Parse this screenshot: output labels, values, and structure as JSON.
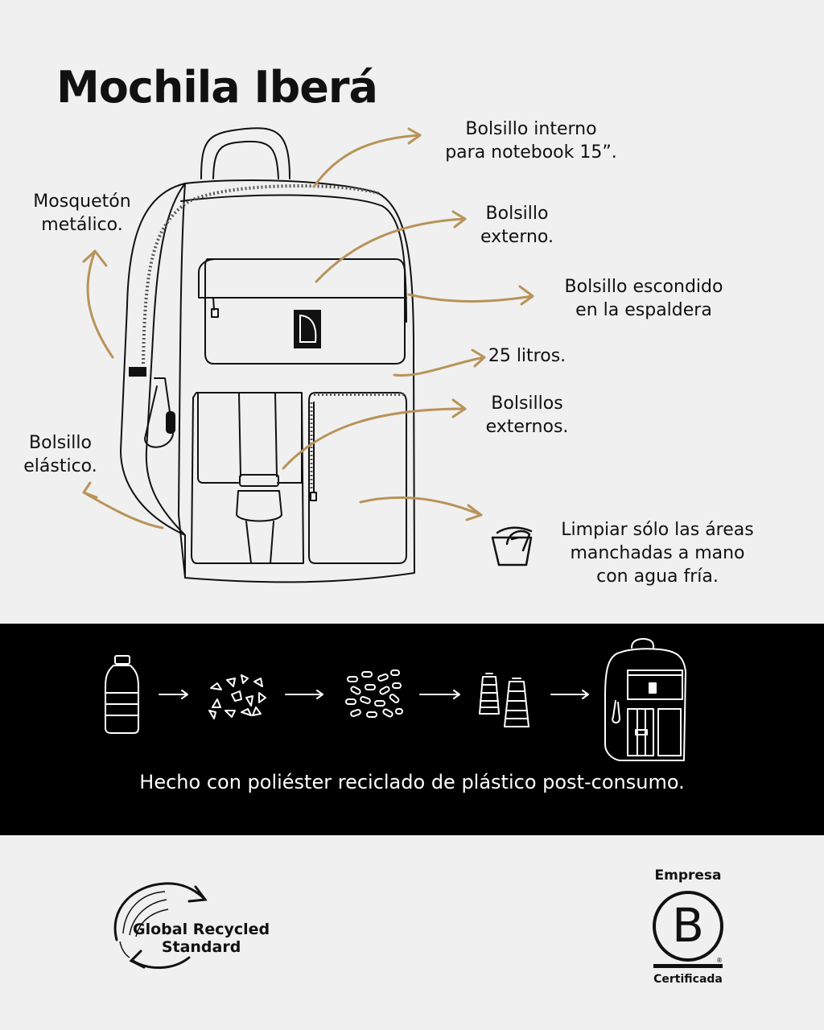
{
  "title": "Mochila Iberá",
  "features": {
    "notebook_pocket": "Bolsillo interno\npara notebook 15”.",
    "carabiner": "Mosquetón\nmetálico.",
    "external_pocket": "Bolsillo\nexterno.",
    "hidden_pocket": "Bolsillo escondido\nen la espaldera",
    "capacity": "25 litros.",
    "external_pockets": "Bolsillos\nexternos.",
    "elastic_pocket": "Bolsillo\nelástico.",
    "care": "Limpiar sólo las áreas\nmanchadas a mano\ncon agua fría."
  },
  "recycling": {
    "caption": "Hecho con poliéster reciclado de plástico post-consumo.",
    "steps": [
      "plastic-bottle-icon",
      "plastic-flakes-icon",
      "plastic-pellets-icon",
      "thread-spools-icon",
      "backpack-icon"
    ]
  },
  "certifications": {
    "grs": {
      "line1": "Global Recycled",
      "line2": "Standard"
    },
    "bcorp": {
      "top": "Empresa",
      "letter": "B",
      "bottom": "Certificada"
    }
  },
  "colors": {
    "accent": "#b8935a",
    "band": "#000000",
    "background": "#f0f0f0"
  }
}
